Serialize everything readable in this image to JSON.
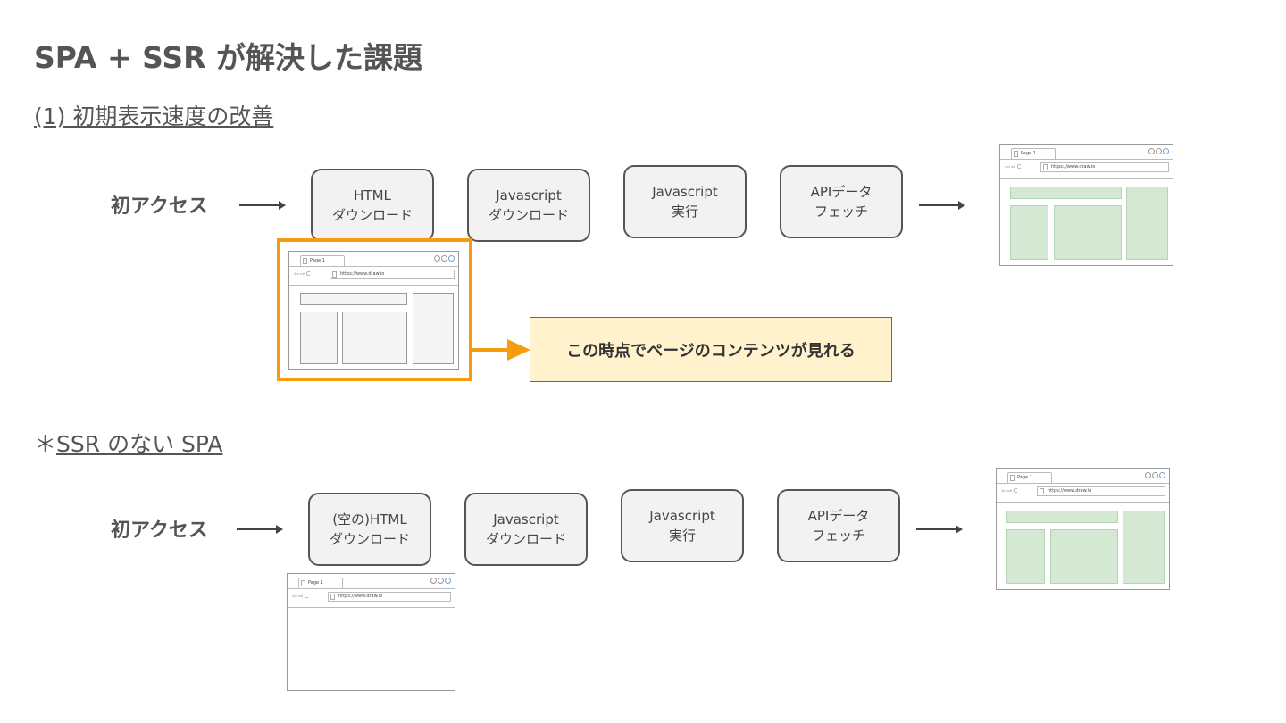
{
  "title": "SPA + SSR が解決した課題",
  "subtitle": "(1) 初期表示速度の改善",
  "note": {
    "prefix": "＊",
    "text": "SSR のない SPA"
  },
  "row1": {
    "label": "初アクセス",
    "steps": [
      {
        "line1": "HTML",
        "line2": "ダウンロード"
      },
      {
        "line1": "Javascript",
        "line2": "ダウンロード"
      },
      {
        "line1": "Javascript",
        "line2": "実行"
      },
      {
        "line1": "APIデータ",
        "line2": "フェッチ"
      }
    ],
    "callout": "この時点でページのコンテンツが見れる"
  },
  "row2": {
    "label": "初アクセス",
    "steps": [
      {
        "line1": "(空の)HTML",
        "line2": "ダウンロード"
      },
      {
        "line1": "Javascript",
        "line2": "ダウンロード"
      },
      {
        "line1": "Javascript",
        "line2": "実行"
      },
      {
        "line1": "APIデータ",
        "line2": "フェッチ"
      }
    ]
  },
  "browser": {
    "tab": "Page 1",
    "url": "https://www.draw.io",
    "nav": "⇦⇨C"
  },
  "colors": {
    "accent": "#f59d0e",
    "callout_bg": "#fff2cc",
    "loaded_block": "#d5e8d4",
    "step_bg": "#f2f2f2"
  }
}
